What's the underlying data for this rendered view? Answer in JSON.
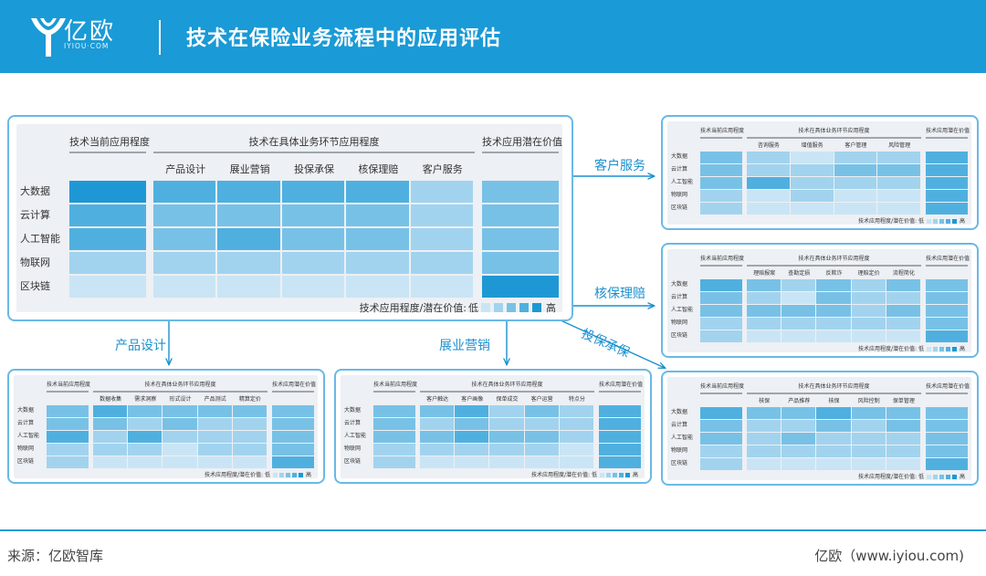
{
  "header": {
    "logo_text": "亿欧",
    "logo_sub": "IYIOU·COM",
    "title": "技术在保险业务流程中的应用评估"
  },
  "colors": {
    "header_bg": "#1a9ad6",
    "panel_border": "#6ab9e5",
    "panel_bg": "#edf0f4",
    "levels": [
      "#c9e5f5",
      "#a2d3ee",
      "#78c1e6",
      "#4fb0df",
      "#1e98d4"
    ]
  },
  "legend_labels": {
    "prefix": "技术应用程度/潜在价值:",
    "low": "低",
    "high": "高"
  },
  "main": {
    "headers": {
      "current": "技术当前应用程度",
      "stages": "技术在具体业务环节应用程度",
      "potential": "技术应用潜在价值"
    },
    "columns": [
      "产品设计",
      "展业营销",
      "投保承保",
      "核保理赔",
      "客户服务"
    ],
    "rows": [
      "大数据",
      "云计算",
      "人工智能",
      "物联网",
      "区块链"
    ],
    "current": [
      5,
      4,
      4,
      2,
      1
    ],
    "stage": [
      [
        4,
        4,
        4,
        4,
        2
      ],
      [
        3,
        3,
        3,
        3,
        2
      ],
      [
        3,
        4,
        3,
        3,
        2
      ],
      [
        2,
        2,
        2,
        2,
        2
      ],
      [
        1,
        1,
        1,
        1,
        1
      ]
    ],
    "potential": [
      3,
      3,
      3,
      3,
      5
    ]
  },
  "flows": {
    "kefu": "客户服务",
    "hebao": "核保理赔",
    "toubao": "投保承保",
    "chanpin": "产品设计",
    "zhanye": "展业营销"
  },
  "details": [
    {
      "key": "kefu",
      "columns": [
        "咨询服务",
        "增值服务",
        "客户管理",
        "风险管理"
      ],
      "current": [
        3,
        3,
        3,
        2,
        2
      ],
      "stage": [
        [
          2,
          1,
          2,
          2
        ],
        [
          2,
          2,
          3,
          3
        ],
        [
          4,
          2,
          2,
          2
        ],
        [
          1,
          2,
          1,
          1
        ],
        [
          1,
          1,
          1,
          1
        ]
      ],
      "potential": [
        4,
        4,
        4,
        4,
        4
      ]
    },
    {
      "key": "hebao",
      "columns": [
        "理赔报案",
        "查勘定损",
        "反欺诈",
        "理赔定价",
        "流程简化"
      ],
      "current": [
        4,
        3,
        3,
        2,
        2
      ],
      "stage": [
        [
          3,
          2,
          3,
          2,
          3
        ],
        [
          2,
          1,
          3,
          2,
          2
        ],
        [
          3,
          3,
          3,
          2,
          3
        ],
        [
          2,
          2,
          2,
          2,
          2
        ],
        [
          1,
          1,
          1,
          1,
          1
        ]
      ],
      "potential": [
        3,
        3,
        3,
        3,
        4
      ]
    },
    {
      "key": "toubao",
      "columns": [
        "核保",
        "产品推荐",
        "核保",
        "风险控制",
        "保单管理"
      ],
      "current": [
        4,
        3,
        3,
        2,
        2
      ],
      "stage": [
        [
          3,
          3,
          4,
          3,
          3
        ],
        [
          2,
          2,
          3,
          2,
          3
        ],
        [
          2,
          3,
          2,
          2,
          2
        ],
        [
          2,
          2,
          2,
          2,
          2
        ],
        [
          1,
          1,
          1,
          1,
          1
        ]
      ],
      "potential": [
        3,
        3,
        3,
        3,
        4
      ]
    },
    {
      "key": "chanpin",
      "columns": [
        "数据收集",
        "需求洞察",
        "形式设计",
        "产品测试",
        "精算定价"
      ],
      "current": [
        3,
        3,
        4,
        2,
        2
      ],
      "stage": [
        [
          4,
          3,
          3,
          3,
          3
        ],
        [
          3,
          2,
          3,
          2,
          2
        ],
        [
          2,
          4,
          2,
          2,
          2
        ],
        [
          2,
          2,
          1,
          2,
          2
        ],
        [
          1,
          1,
          1,
          1,
          1
        ]
      ],
      "potential": [
        3,
        3,
        3,
        3,
        4
      ]
    },
    {
      "key": "zhanye",
      "columns": [
        "客户触达",
        "客户画像",
        "保单成交",
        "客户运营",
        "特点分"
      ],
      "current": [
        3,
        3,
        3,
        2,
        2
      ],
      "stage": [
        [
          3,
          4,
          2,
          3,
          2
        ],
        [
          2,
          3,
          2,
          2,
          2
        ],
        [
          3,
          4,
          3,
          3,
          2
        ],
        [
          2,
          2,
          2,
          2,
          1
        ],
        [
          1,
          1,
          1,
          1,
          1
        ]
      ],
      "potential": [
        4,
        4,
        4,
        4,
        4
      ]
    }
  ],
  "footer": {
    "source": "来源：亿欧智库",
    "brand": "亿欧（www.iyiou.com)"
  }
}
